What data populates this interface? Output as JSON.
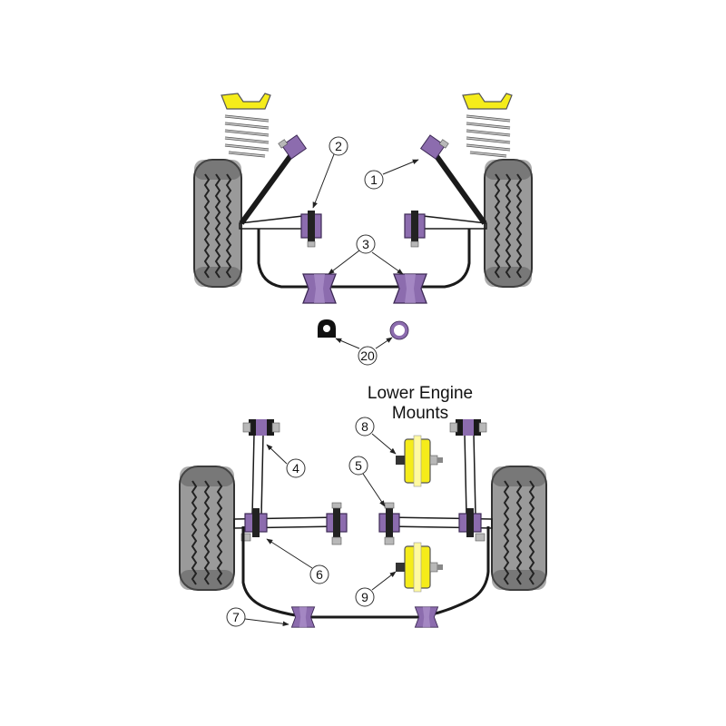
{
  "heading": {
    "line1": "Lower Engine",
    "line2": "Mounts"
  },
  "callouts": {
    "c1": "1",
    "c2": "2",
    "c3": "3",
    "c4": "4",
    "c5": "5",
    "c6": "6",
    "c7": "7",
    "c8": "8",
    "c9": "9",
    "c20": "20"
  },
  "colors": {
    "bush_purple": "#8c6cae",
    "bush_purple_dark": "#5e3f80",
    "mount_yellow": "#f5ec1a",
    "tyre_gray": "#9a9a9a",
    "tyre_dark": "#333333",
    "link_black": "#1a1a1a",
    "bolt_gray": "#b8b8b8"
  }
}
